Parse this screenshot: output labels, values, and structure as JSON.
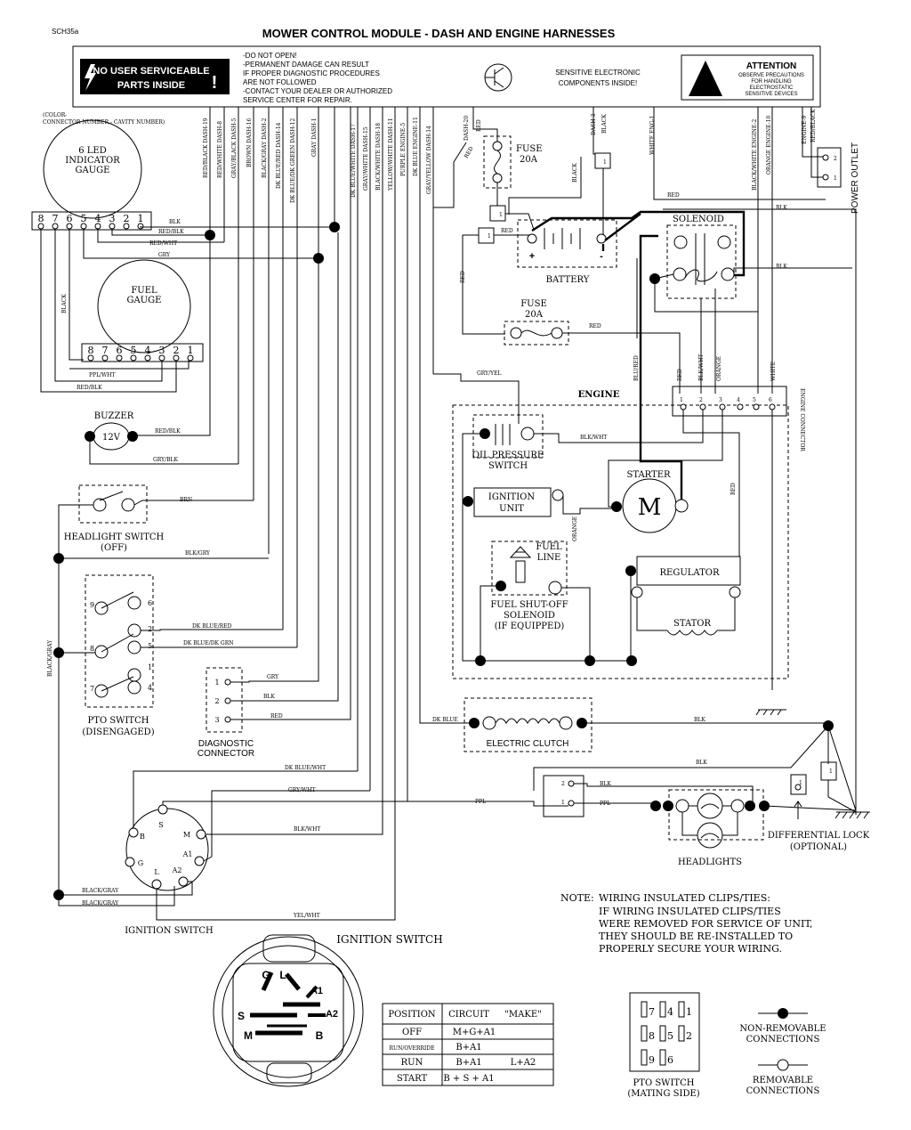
{
  "doc_id": "SCH35a",
  "title": "MOWER CONTROL MODULE - DASH AND ENGINE HARNESSES",
  "warning_box": {
    "no_service_line1": "NO USER SERVICEABLE",
    "no_service_line2": "PARTS INSIDE",
    "exclamation": "!",
    "lines": [
      "-DO NOT OPEN!",
      "-PERMANENT DAMAGE CAN RESULT",
      " IF PROPER DIAGNOSTIC PROCEDURES",
      " ARE NOT FOLLOWED",
      "-CONTACT YOUR DEALER OR AUTHORIZED",
      " SERVICE CENTER FOR REPAIR."
    ],
    "sensitive_line1": "SENSITIVE ELECTRONIC",
    "sensitive_line2": "COMPONENTS INSIDE!",
    "attention": "ATTENTION",
    "attention_lines": [
      "OBSERVE PRECAUTIONS",
      "FOR HANDLING",
      "ELECTROSTATIC",
      "SENSITIVE DEVICES"
    ]
  },
  "color_note_line1": "(COLOR-",
  "color_note_line2": "CONNECTOR NUMBER - CAVITY NUMBER)",
  "module_wires": [
    "RED/BLACK DASH-19",
    "RED/WHITE DASH-8",
    "GRAY/BLACK DASH-5",
    "BROWN DASH-16",
    "BLACK/GRAY DASH-2",
    "DK BLUE/RED DASH-14",
    "DK BLUE/DK GREEN DASH-12",
    "GRAY DASH-1",
    "DK BLUE/WHITE DASH-17",
    "GRAY/WHITE DASH-15",
    "BLACK/WHITE DASH-18",
    "YELLOW/WHITE DASH-11",
    "PURPLE ENGINE-5",
    "DK BLUE ENGINE-11",
    "GRAY/YELLOW DASH-14",
    "DASH-20",
    "DASH-3",
    "WHITE ENG-1",
    "BLACK/WHITE ENGINE-2",
    "ORANGE ENGINE-10",
    "ENGINE-9"
  ],
  "module_wire_secondary": {
    "dash20": "RED",
    "dash3": "BLACK",
    "engine9": "RED/BLACK"
  },
  "led_gauge": {
    "line1": "6 LED",
    "line2": "INDICATOR",
    "line3": "GAUGE",
    "pins": [
      "8",
      "7",
      "6",
      "5",
      "4",
      "3",
      "2",
      "1"
    ]
  },
  "fuel_gauge": {
    "line1": "FUEL",
    "line2": "GAUGE",
    "pins": [
      "8",
      "7",
      "6",
      "5",
      "4",
      "3",
      "2",
      "1"
    ]
  },
  "buzzer": {
    "label": "BUZZER",
    "voltage": "12V"
  },
  "headlight_switch": {
    "line1": "HEADLIGHT SWITCH",
    "line2": "(OFF)"
  },
  "pto_switch": {
    "line1": "PTO SWITCH",
    "line2": "(DISENGAGED)",
    "pins": [
      "9",
      "6",
      "2",
      "8",
      "5",
      "1",
      "7",
      "4"
    ]
  },
  "diagnostic_connector": {
    "line1": "DIAGNOSTIC",
    "line2": "CONNECTOR",
    "pins": [
      "1",
      "2",
      "3"
    ]
  },
  "ignition_switch_schematic": {
    "label": "IGNITION SWITCH",
    "terminals": [
      "S",
      "B",
      "M",
      "G",
      "L",
      "A1",
      "A2"
    ]
  },
  "ignition_switch_view": {
    "title": "IGNITION SWITCH",
    "terminals": [
      "G",
      "L",
      "A1",
      "S",
      "A2",
      "M",
      "B"
    ]
  },
  "wire_labels": {
    "blk": "BLK",
    "red_blk": "RED/BLK",
    "red_wht": "RED/WHT",
    "gry": "GRY",
    "black": "BLACK",
    "ppl_wht": "PPL/WHT",
    "gry_blk": "GRY/BLK",
    "brn": "BRN",
    "blk_gry": "BLK/GRY",
    "dk_blue_red": "DK BLUE/RED",
    "dk_blue_dk_grn": "DK BLUE/DK GRN",
    "black_gray": "BLACK/GRAY",
    "red": "RED",
    "gry_yel": "GRY/YEL",
    "blk_wht": "BLK/WHT",
    "blu_red": "BLU/RED",
    "orange": "ORANGE",
    "white": "WHITE",
    "dk_blue": "DK BLUE",
    "dk_blue_wht": "DK BLUE/WHT",
    "gry_wht": "GRY/WHT",
    "ppl": "PPL",
    "yel_wht": "YEL/WHT",
    "black_lc": "BLACK"
  },
  "fuse_top": {
    "label": "FUSE",
    "rating": "20A"
  },
  "fuse_mid": {
    "label": "FUSE",
    "rating": "20A"
  },
  "battery": {
    "label": "BATTERY",
    "plus": "+",
    "minus": "-"
  },
  "solenoid": {
    "label": "SOLENOID"
  },
  "power_outlet": {
    "label": "POWER OUTLET",
    "pins": [
      "2",
      "1"
    ]
  },
  "engine": {
    "label": "ENGINE",
    "connector_label": "ENGINE CONNECTOR",
    "connector_pins": [
      "1",
      "2",
      "3",
      "4",
      "5",
      "6"
    ],
    "connector_wires": [
      "RED",
      "BLK/WHT",
      "ORANGE",
      "WHITE"
    ],
    "oil_pressure_line1": "OIL PRESSURE",
    "oil_pressure_line2": "SWITCH",
    "ignition_unit_line1": "IGNITION",
    "ignition_unit_line2": "UNIT",
    "starter": "STARTER",
    "starter_symbol": "M",
    "fuel_line_line1": "FUEL",
    "fuel_line_line2": "LINE",
    "fuel_shutoff_line1": "FUEL SHUT-OFF",
    "fuel_shutoff_line2": "SOLENOID",
    "fuel_shutoff_line3": "(IF EQUIPPED)",
    "regulator": "REGULATOR",
    "stator": "STATOR"
  },
  "electric_clutch": "ELECTRIC CLUTCH",
  "headlights": "HEADLIGHTS",
  "differential_lock_line1": "DIFFERENTIAL LOCK",
  "differential_lock_line2": "(OPTIONAL)",
  "small_connector_pins": [
    "2",
    "1"
  ],
  "note": {
    "head": "NOTE:",
    "lines": [
      "WIRING INSULATED CLIPS/TIES:",
      "IF WIRING INSULATED CLIPS/TIES",
      "WERE REMOVED FOR SERVICE OF UNIT,",
      "THEY SHOULD BE RE-INSTALLED TO",
      "PROPERLY SECURE YOUR WIRING."
    ]
  },
  "position_table": {
    "headers": [
      "POSITION",
      "CIRCUIT",
      "\"MAKE\""
    ],
    "rows": [
      [
        "OFF",
        "M+G+A1",
        ""
      ],
      [
        "RUN/OVERRIDE",
        "B+A1",
        ""
      ],
      [
        "RUN",
        "B+A1",
        "L+A2"
      ],
      [
        "START",
        "B + S + A1",
        ""
      ]
    ]
  },
  "pto_mating": {
    "line1": "PTO SWITCH",
    "line2": "(MATING SIDE)",
    "pins": [
      "7",
      "4",
      "1",
      "8",
      "5",
      "2",
      "9",
      "6"
    ]
  },
  "legend": {
    "non_removable_line1": "NON-REMOVABLE",
    "non_removable_line2": "CONNECTIONS",
    "removable_line1": "REMOVABLE",
    "removable_line2": "CONNECTIONS"
  }
}
